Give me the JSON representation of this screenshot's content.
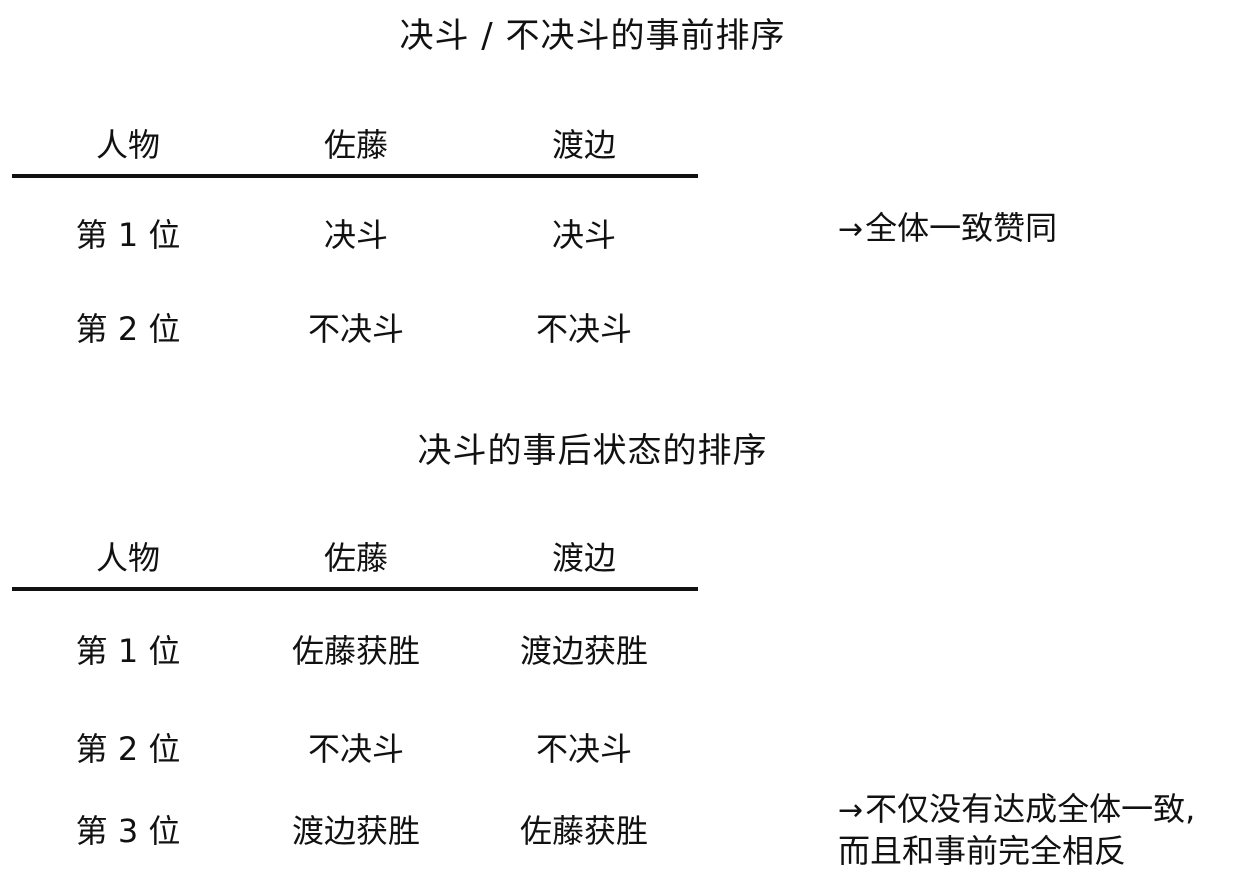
{
  "table_before": {
    "title": "决斗 / 不决斗的事前排序",
    "headers": [
      "人物",
      "佐藤",
      "渡边"
    ],
    "rows": [
      [
        "第 1 位",
        "决斗",
        "决斗"
      ],
      [
        "第 2 位",
        "不决斗",
        "不决斗"
      ]
    ],
    "note": {
      "arrow": "→",
      "text": "全体一致赞同"
    }
  },
  "table_after": {
    "title": "决斗的事后状态的排序",
    "headers": [
      "人物",
      "佐藤",
      "渡边"
    ],
    "rows": [
      [
        "第 1 位",
        "佐藤获胜",
        "渡边获胜"
      ],
      [
        "第 2 位",
        "不决斗",
        "不决斗"
      ],
      [
        "第 3 位",
        "渡边获胜",
        "佐藤获胜"
      ]
    ],
    "note": {
      "arrow": "→",
      "line1": "不仅没有达成全体一致,",
      "line2": "而且和事前完全相反"
    }
  }
}
